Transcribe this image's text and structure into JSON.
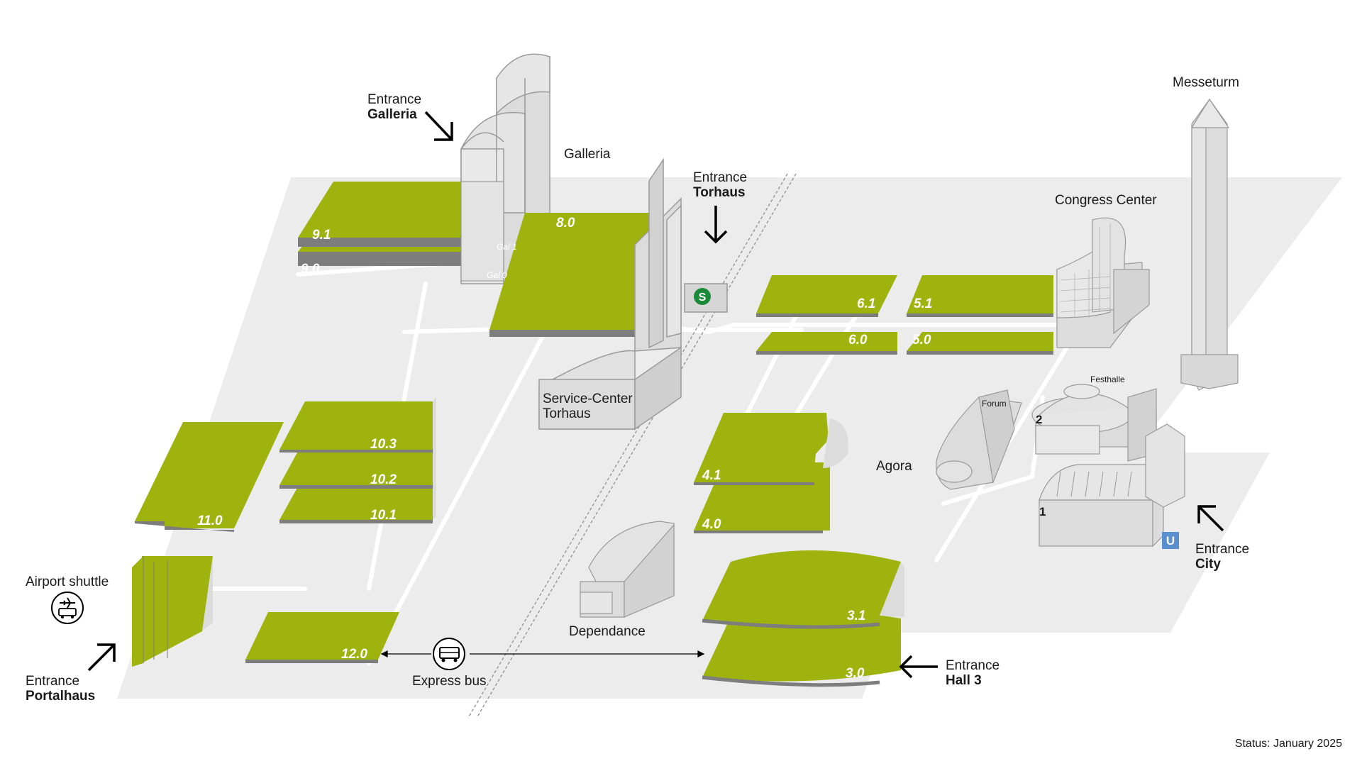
{
  "halls": {
    "h9_1": "9.1",
    "h9_0": "9.0",
    "h8_0": "8.0",
    "h6_1": "6.1",
    "h6_0": "6.0",
    "h5_1": "5.1",
    "h5_0": "5.0",
    "h10_3": "10.3",
    "h10_2": "10.2",
    "h10_1": "10.1",
    "h11_0": "11.0",
    "h4_1": "4.1",
    "h4_0": "4.0",
    "h3_1": "3.1",
    "h3_0": "3.0",
    "h12_0": "12.0",
    "gal1": "Gal 1",
    "gal0": "Gal 0",
    "h1": "1",
    "h2": "2"
  },
  "labels": {
    "entrance_galleria_1": "Entrance",
    "entrance_galleria_2": "Galleria",
    "galleria": "Galleria",
    "entrance_torhaus_1": "Entrance",
    "entrance_torhaus_2": "Torhaus",
    "messeturm": "Messeturm",
    "congress_center": "Congress Center",
    "service_center_1": "Service-Center",
    "service_center_2": "Torhaus",
    "agora": "Agora",
    "forum": "Forum",
    "festhalle": "Festhalle",
    "airport_shuttle": "Airport shuttle",
    "entrance_portalhaus_1": "Entrance",
    "entrance_portalhaus_2": "Portalhaus",
    "express_bus": "Express bus",
    "dependance": "Dependance",
    "entrance_hall3_1": "Entrance",
    "entrance_hall3_2": "Hall 3",
    "entrance_city_1": "Entrance",
    "entrance_city_2": "City",
    "s_bahn": "S",
    "u_bahn": "U",
    "status": "Status: January 2025"
  },
  "icons": {
    "s_bahn": "s-bahn-icon",
    "u_bahn": "u-bahn-icon",
    "bus": "bus-icon",
    "airport_shuttle": "plane-bus-icon",
    "arrow": "entrance-arrow-icon"
  },
  "colors": {
    "hall": "#9fb30f",
    "hall_edge": "#7d7d7d",
    "ground": "#ececec",
    "building": "#dcdcdc",
    "building_line": "#9a9a9a",
    "path": "#ffffff",
    "s_bahn": "#1a8a3a",
    "u_bahn": "#5a8fd0"
  }
}
